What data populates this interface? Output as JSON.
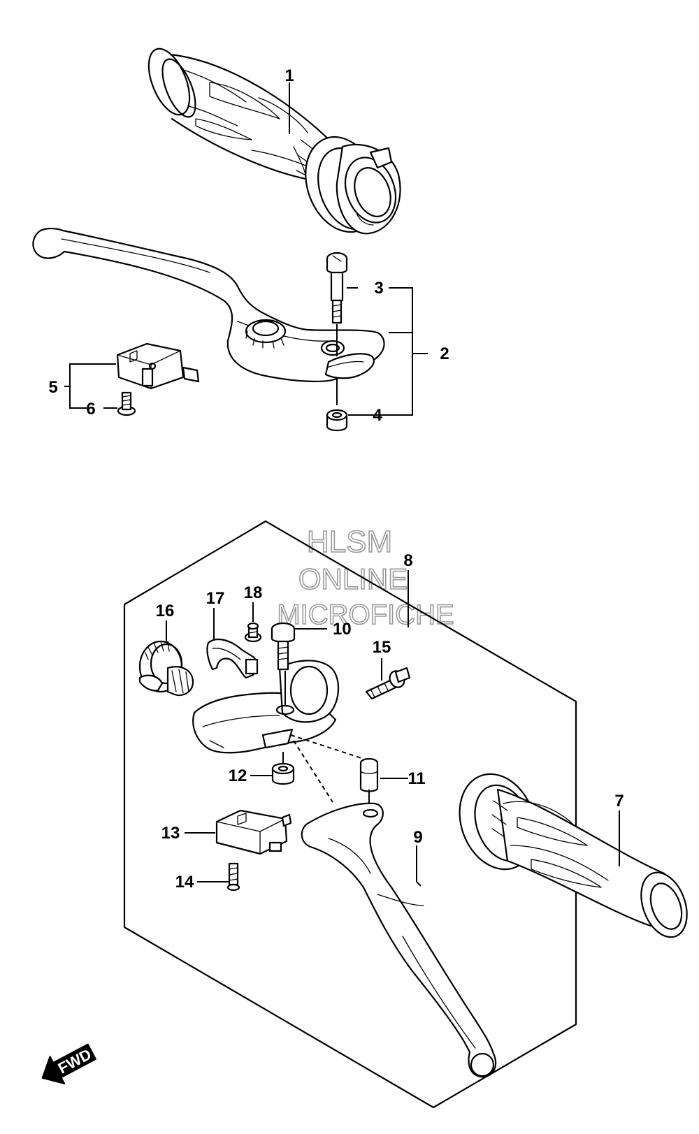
{
  "callouts": {
    "c1": "1",
    "c2": "2",
    "c3": "3",
    "c4": "4",
    "c5": "5",
    "c6": "6",
    "c7": "7",
    "c8": "8",
    "c9": "9",
    "c10": "10",
    "c11": "11",
    "c12": "12",
    "c13": "13",
    "c14": "14",
    "c15": "15",
    "c16": "16",
    "c17": "17",
    "c18": "18"
  },
  "watermark": {
    "line1": "HLSM",
    "line2": "ONLINE",
    "line3": "MICROFICHE"
  },
  "direction": {
    "label": "FWD"
  },
  "parts": {
    "upper_grip": "grip-icon",
    "front_brake_lever": "brake-lever-icon",
    "lever_pivot_bolt": "bolt-icon",
    "lever_nut": "nut-icon",
    "brake_switch": "switch-icon",
    "switch_screw": "screw-icon",
    "lower_grip": "grip-icon",
    "clutch_lever_assy_outline": "hexagon-outline",
    "clutch_lever": "lever-icon",
    "clutch_pivot_bolt": "bolt-icon",
    "collar": "collar-icon",
    "clutch_nut": "nut-icon",
    "clutch_switch": "switch-icon",
    "clutch_switch_screw": "screw-icon",
    "holder_bolt": "bolt-icon",
    "adjuster": "adjuster-icon",
    "cable_clip": "clip-icon",
    "clip_screw": "screw-icon"
  }
}
